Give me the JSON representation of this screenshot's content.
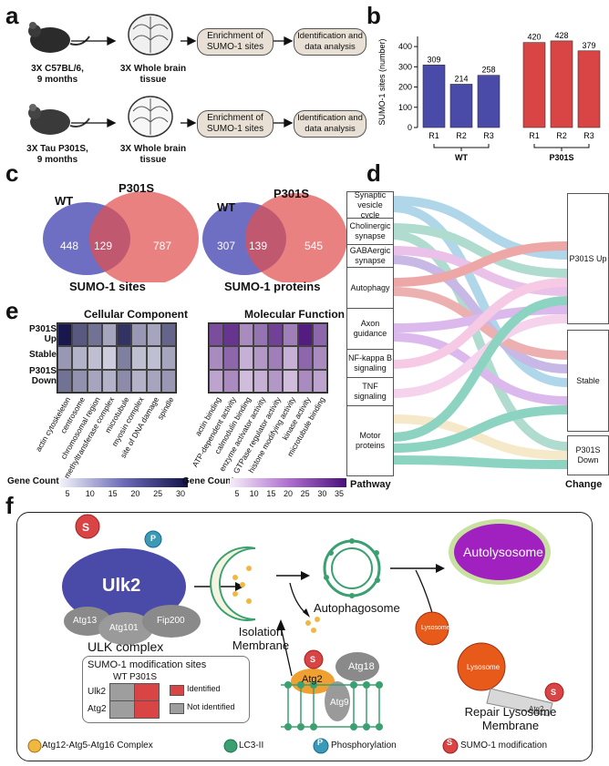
{
  "panel_labels": {
    "a": "a",
    "b": "b",
    "c": "c",
    "d": "d",
    "e": "e",
    "f": "f"
  },
  "panel_a": {
    "row1": {
      "mouse": "3X C57BL/6,\n9 months",
      "tissue": "3X Whole brain\ntissue",
      "step1": "Enrichment of\nSUMO-1 sites",
      "step2": "Identification and\ndata analysis"
    },
    "row2": {
      "mouse": "3X Tau P301S,\n9 months",
      "tissue": "3X Whole brain\ntissue",
      "step1": "Enrichment of\nSUMO-1 sites",
      "step2": "Identification and\ndata analysis"
    }
  },
  "chart_data": [
    {
      "type": "bar",
      "categories": [
        "R1",
        "R2",
        "R3",
        "R1",
        "R2",
        "R3"
      ],
      "values": [
        309,
        214,
        258,
        420,
        428,
        379
      ],
      "groups": [
        {
          "name": "WT",
          "categories": [
            "R1",
            "R2",
            "R3"
          ]
        },
        {
          "name": "P301S",
          "categories": [
            "R1",
            "R2",
            "R3"
          ]
        }
      ],
      "ylabel": "SUMO-1 sites (number)",
      "ylim": [
        0,
        450
      ],
      "yticks": [
        0,
        100,
        200,
        300,
        400
      ],
      "colors": {
        "WT": "#4a4aa8",
        "P301S": "#d94444"
      }
    }
  ],
  "panel_c": {
    "sites": {
      "left_label": "WT",
      "right_label": "P301S",
      "left": "448",
      "overlap": "129",
      "right": "787",
      "caption": "SUMO-1 sites"
    },
    "proteins": {
      "left_label": "WT",
      "right_label": "P301S",
      "left": "307",
      "overlap": "139",
      "right": "545",
      "caption": "SUMO-1 proteins"
    }
  },
  "panel_d": {
    "pathways": [
      "Synaptic vesicle cycle",
      "Cholinergic synapse",
      "GABAergic synapse",
      "Autophagy",
      "Axon guidance",
      "NF-kappa B signaling",
      "TNF signaling",
      "Motor proteins"
    ],
    "changes": [
      "P301S Up",
      "Stable",
      "P301S Down"
    ],
    "footer_left": "Pathway",
    "footer_right": "Change"
  },
  "panel_e": {
    "row_labels": [
      "P301S Up",
      "Stable",
      "P301S Down"
    ],
    "cc": {
      "title": "Cellular Component",
      "columns": [
        "actin cytoskeleton",
        "centrosome",
        "chromosomal region",
        "methyltransferase complex",
        "microtubule",
        "myosin complex",
        "site of DNA damage",
        "spindle"
      ],
      "values": [
        [
          34,
          24,
          20,
          12,
          30,
          14,
          12,
          22
        ],
        [
          14,
          10,
          8,
          6,
          18,
          8,
          8,
          12
        ],
        [
          20,
          15,
          12,
          10,
          16,
          10,
          12,
          14
        ]
      ],
      "legend_title": "Gene Count",
      "legend_ticks": [
        "5",
        "10",
        "15",
        "20",
        "25",
        "30"
      ]
    },
    "mf": {
      "title": "Molecular Function",
      "columns": [
        "actin binding",
        "ATP-dependent activity",
        "calmodulin binding",
        "enzyme activator activity",
        "GTPase regulator activity",
        "histone modifying activity",
        "kinase activity",
        "microtubule binding"
      ],
      "values": [
        [
          26,
          30,
          16,
          20,
          28,
          18,
          34,
          22
        ],
        [
          16,
          22,
          10,
          14,
          18,
          10,
          22,
          16
        ],
        [
          12,
          16,
          8,
          10,
          14,
          8,
          16,
          12
        ]
      ],
      "legend_title": "Gene Count",
      "legend_ticks": [
        "5",
        "10",
        "15",
        "20",
        "25",
        "30",
        "35"
      ]
    }
  },
  "panel_f": {
    "ulk2": "Ulk2",
    "atg13": "Atg13",
    "atg101": "Atg101",
    "fip200": "Fip200",
    "ulk_caption": "ULK complex",
    "s_mark": "S",
    "p_mark": "P",
    "isolation": "Isolation\nMembrane",
    "autophagosome": "Autophagosome",
    "autolysosome": "Autolysosome",
    "lysosome": "Lysosome",
    "atg2": "Atg2",
    "atg18": "Atg18",
    "atg9": "Atg9",
    "repair": "Repair Lysosome\nMembrane",
    "table_title": "SUMO-1 modification sites",
    "table_cols": [
      "WT",
      "P301S"
    ],
    "table_rows": [
      "Ulk2",
      "Atg2"
    ],
    "legend_identified": "Identified",
    "legend_not": "Not identified",
    "legend": [
      "Atg12-Atg5-Atg16 Complex",
      "LC3-II",
      "Phosphorylation",
      "SUMO-1 modification"
    ],
    "colors": {
      "identified": "#d94444",
      "not": "#9e9e9e",
      "ulk": "#4a4aa8",
      "s": "#d94444",
      "p": "#3a9ab8"
    }
  }
}
